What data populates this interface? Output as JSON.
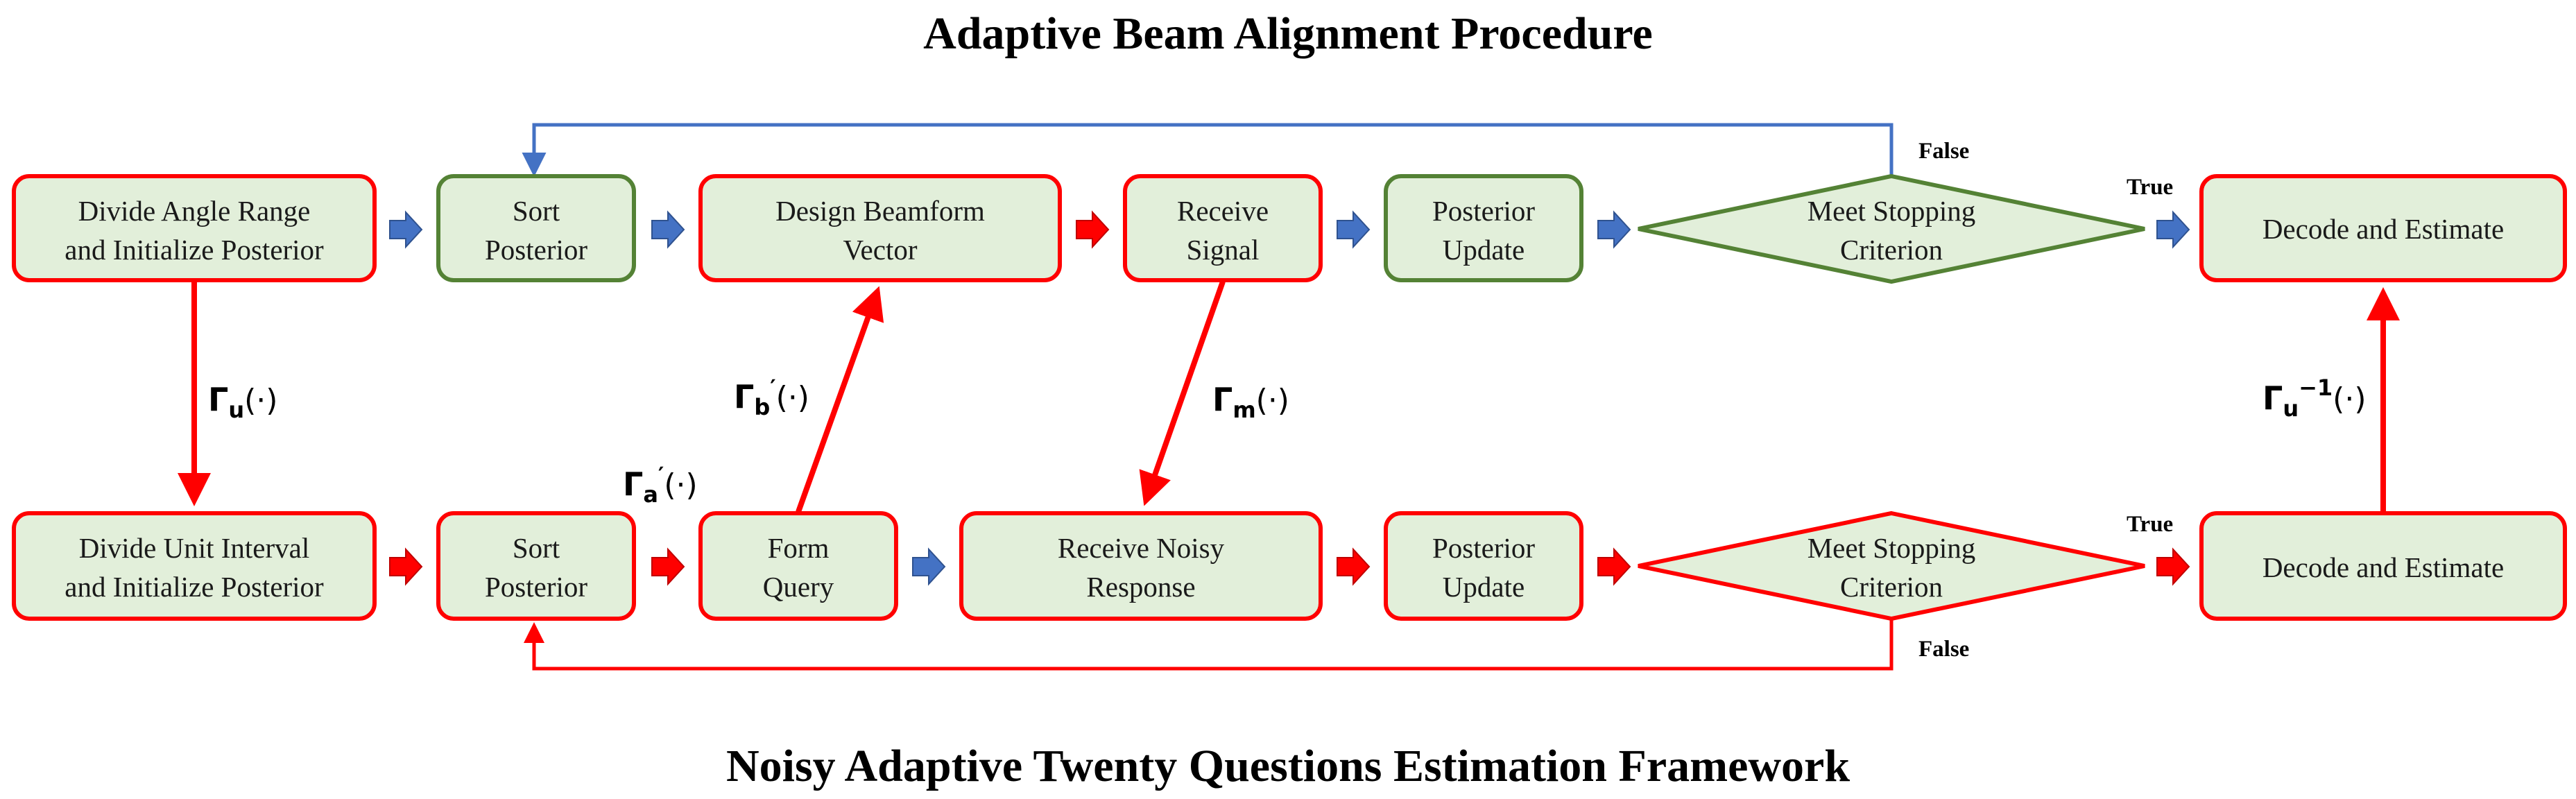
{
  "top_title": "Adaptive Beam Alignment Procedure",
  "bottom_title": "Noisy Adaptive Twenty Questions Estimation Framework",
  "colors": {
    "box_fill": "#e2efda",
    "red_border": "#ff0000",
    "green_border": "#548235",
    "blue_arrow": "#4472c4",
    "red_arrow": "#ff0000",
    "blue_loop": "#4472c4"
  },
  "top_row": {
    "divide": [
      "Divide Angle Range",
      "and Initialize Posterior"
    ],
    "sort": [
      "Sort",
      "Posterior"
    ],
    "design": [
      "Design Beamform",
      "Vector"
    ],
    "receive": [
      "Receive",
      "Signal"
    ],
    "update": [
      "Posterior",
      "Update"
    ],
    "stop": [
      "Meet Stopping",
      "Criterion"
    ],
    "decode": "Decode and Estimate",
    "false_label": "False",
    "true_label": "True"
  },
  "bottom_row": {
    "divide": [
      "Divide Unit Interval",
      "and Initialize Posterior"
    ],
    "sort": [
      "Sort",
      "Posterior"
    ],
    "form": [
      "Form",
      "Query"
    ],
    "receive": [
      "Receive Noisy",
      "Response"
    ],
    "update": [
      "Posterior",
      "Update"
    ],
    "stop": [
      "Meet Stopping",
      "Criterion"
    ],
    "decode": "Decode and Estimate",
    "false_label": "False",
    "true_label": "True"
  },
  "mappings": {
    "gamma_u": {
      "symbol": "Γ",
      "sub": "u",
      "arg": "(·)"
    },
    "gamma_a": {
      "symbol": "Γ",
      "sub": "a",
      "prime": "′",
      "arg": "(·)"
    },
    "gamma_b": {
      "symbol": "Γ",
      "sub": "b",
      "prime": "′",
      "arg": "(·)"
    },
    "gamma_m": {
      "symbol": "Γ",
      "sub": "m",
      "arg": "(·)"
    },
    "gamma_u_inv": {
      "symbol": "Γ",
      "sub": "u",
      "sup": "−1",
      "arg": "(·)"
    }
  }
}
